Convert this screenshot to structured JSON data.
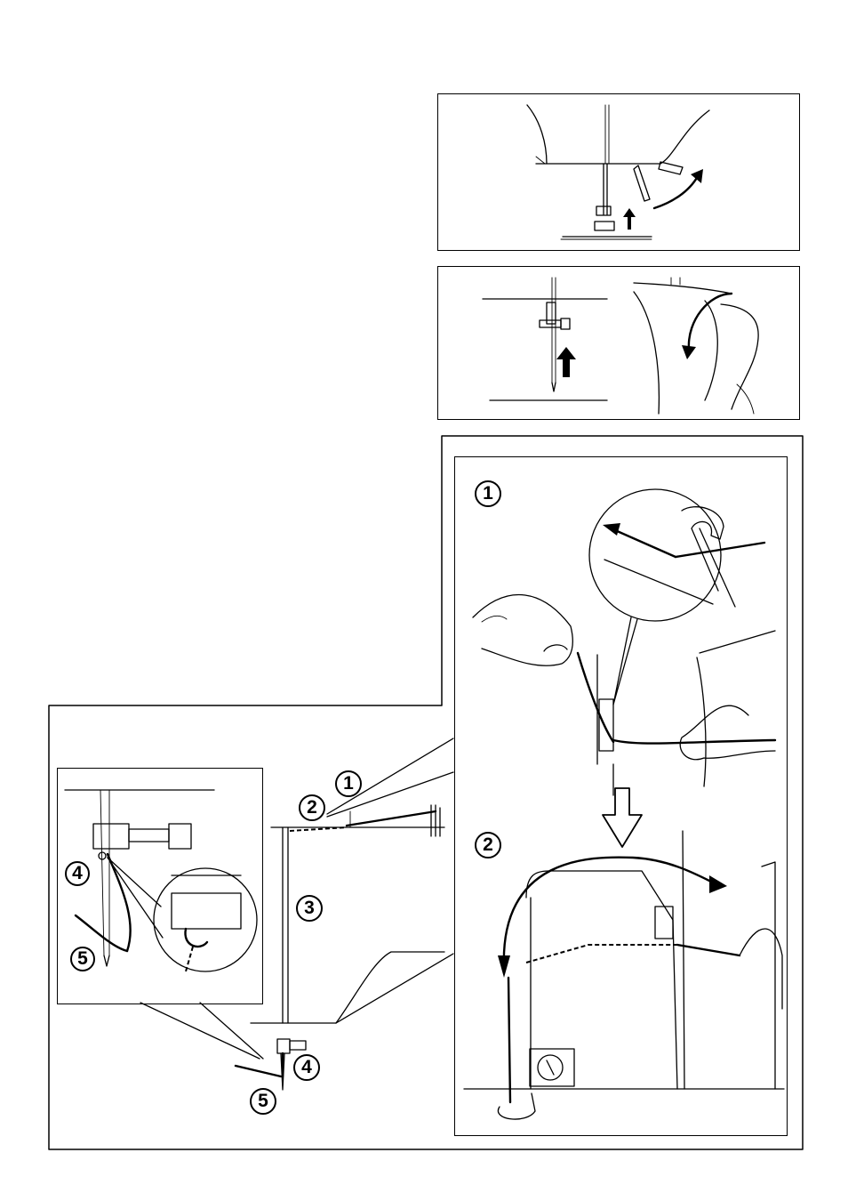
{
  "figures": {
    "raise_presser_foot": {
      "description_label": ""
    },
    "raise_needle": {
      "description_label": ""
    },
    "threading_overview": {
      "steps": [
        "1",
        "2",
        "3",
        "4",
        "5"
      ]
    },
    "detail_step1": {
      "step": "1"
    },
    "detail_step2": {
      "step": "2"
    },
    "needle_detail": {
      "steps": [
        "4",
        "5"
      ]
    }
  }
}
